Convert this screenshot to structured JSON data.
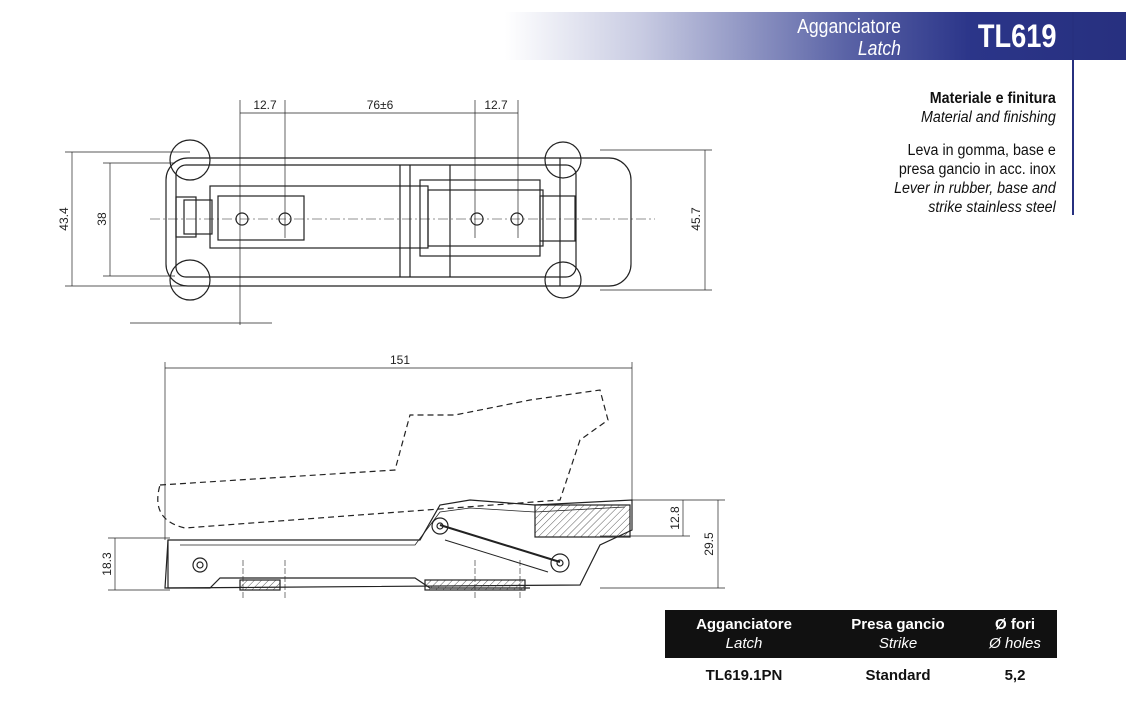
{
  "header": {
    "title_it": "Agganciatore",
    "title_en": "Latch",
    "code": "TL619"
  },
  "material": {
    "title_it": "Materiale e finitura",
    "title_en": "Material and finishing",
    "desc_it_1": "Leva in gomma, base e",
    "desc_it_2": "presa gancio in acc. inox",
    "desc_en_1": "Lever in rubber, base and",
    "desc_en_2": "strike stainless steel"
  },
  "dimensions": {
    "d1": "12.7",
    "d2": "76±6",
    "d3": "12.7",
    "d4": "43.4",
    "d5": "38",
    "d6": "45.7",
    "d7": "151",
    "d8": "12.8",
    "d9": "29.5",
    "d10": "18.3"
  },
  "table": {
    "headers": [
      {
        "it": "Agganciatore",
        "en": "Latch"
      },
      {
        "it": "Presa gancio",
        "en": "Strike"
      },
      {
        "it": "Ø fori",
        "en": "Ø holes"
      }
    ],
    "rows": [
      {
        "latch": "TL619.1PN",
        "strike": "Standard",
        "holes": "5,2"
      }
    ]
  }
}
